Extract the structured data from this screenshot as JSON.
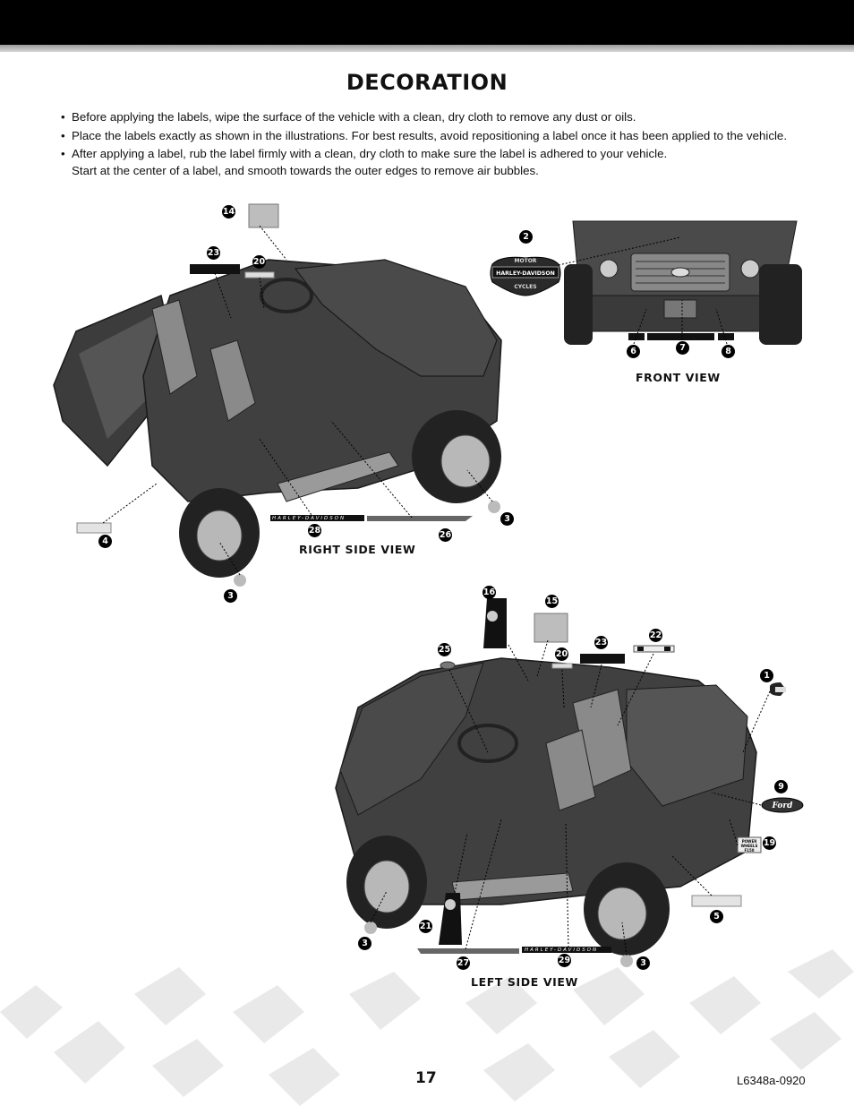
{
  "header": {
    "title": "DECORATION"
  },
  "instructions": [
    {
      "lines": [
        "Before applying the labels, wipe the surface of the vehicle with a clean, dry cloth to remove any dust or oils."
      ]
    },
    {
      "lines": [
        "Place the labels exactly as shown in the illustrations. For best results, avoid repositioning a label once it has been applied to the vehicle."
      ]
    },
    {
      "lines": [
        "After applying a label, rub the label firmly with a clean, dry cloth to make sure the label is adhered to your vehicle.",
        "Start at the center of a label, and smooth towards the outer edges to remove air bubbles."
      ]
    }
  ],
  "views": {
    "right": "RIGHT SIDE VIEW",
    "front": "FRONT VIEW",
    "left": "LEFT SIDE VIEW"
  },
  "callouts": {
    "right": [
      "14",
      "23",
      "20",
      "4",
      "28",
      "26",
      "3",
      "3"
    ],
    "front": [
      "2",
      "6",
      "7",
      "8"
    ],
    "left": [
      "16",
      "15",
      "25",
      "20",
      "23",
      "22",
      "1",
      "9",
      "19",
      "5",
      "21",
      "3",
      "27",
      "29",
      "3"
    ]
  },
  "label_text": {
    "harley_top": "MOTOR",
    "harley_mid": "HARLEY-DAVIDSON",
    "harley_bottom": "CYCLES",
    "ford": "Ford",
    "stripe": "HARLEY-DAVIDSON",
    "power_wheels": [
      "POWER",
      "WHEELS",
      "F150"
    ]
  },
  "footer": {
    "page_number": "17",
    "doc_code": "L6348a-0920"
  },
  "colors": {
    "vehicle": "#3c3c3c",
    "vehicle_light": "#6a6a6a",
    "tire": "#222222",
    "rim": "#b8b8b8",
    "bar": "#000000"
  }
}
